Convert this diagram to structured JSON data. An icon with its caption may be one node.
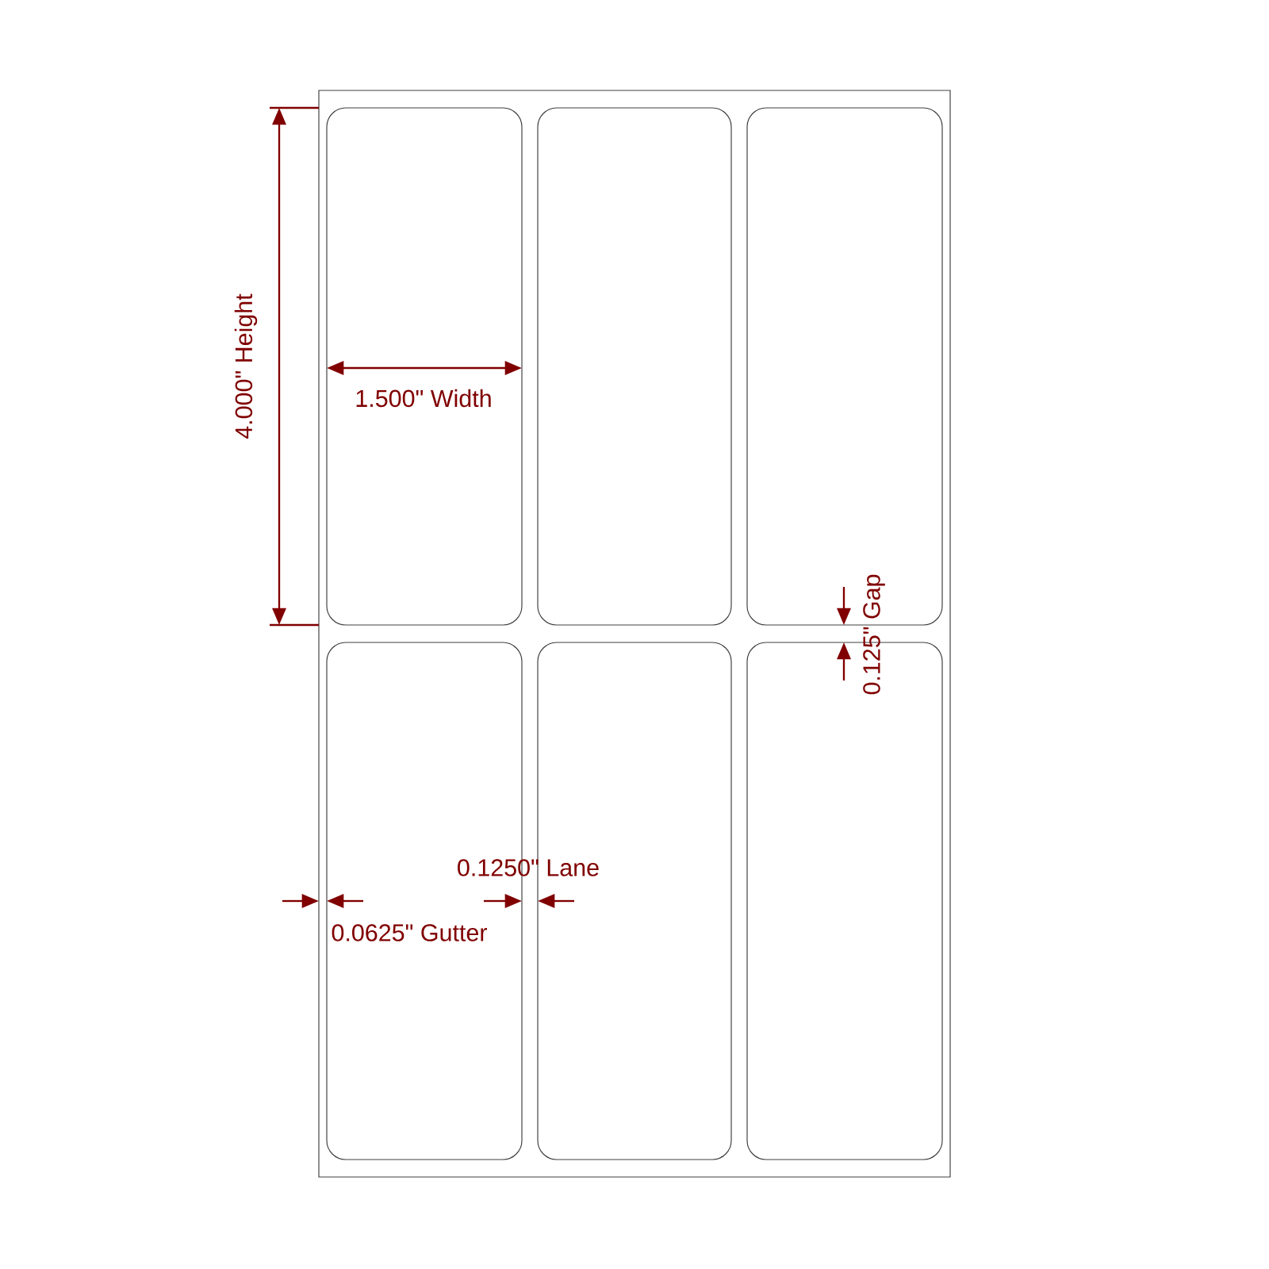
{
  "diagram": {
    "nodes": [
      {
        "text": [],
        "shape": "box"
      },
      {
        "text": [],
        "shape": "box",
        "in": 0
      },
      {
        "text": [],
        "shape": "box",
        "in": 0
      },
      {
        "text": [],
        "shape": "box",
        "in": 0
      },
      {
        "text": [],
        "shape": "box",
        "in": 0
      },
      {
        "text": [],
        "shape": "box",
        "in": 0
      },
      {
        "text": [],
        "shape": "box",
        "in": 0
      }
    ],
    "labels": [
      "4.000\" Height",
      "1.500\" Width",
      "0.125\" Gap",
      "0.1250\" Lane",
      "0.0625\" Gutter"
    ]
  }
}
